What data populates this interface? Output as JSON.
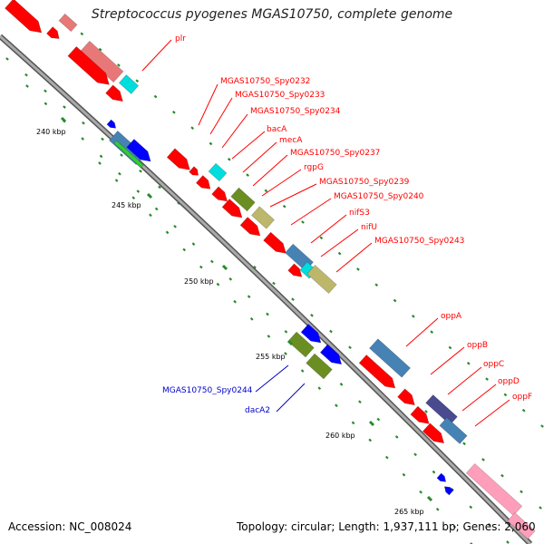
{
  "title": "Streptococcus pyogenes MGAS10750, complete genome",
  "accession_label": "Accession: NC_008024",
  "topology_label": "Topology: circular; Length: 1,937,111 bp; Genes: 2,060",
  "ticks": [
    {
      "label": "240 kbp"
    },
    {
      "label": "245 kbp"
    },
    {
      "label": "250 kbp"
    },
    {
      "label": "255 kbp"
    },
    {
      "label": "260 kbp"
    },
    {
      "label": "265 kbp"
    }
  ],
  "gene_labels": [
    {
      "text": "plr",
      "color": "#ff0000"
    },
    {
      "text": "MGAS10750_Spy0232",
      "color": "#ff0000"
    },
    {
      "text": "MGAS10750_Spy0233",
      "color": "#ff0000"
    },
    {
      "text": "MGAS10750_Spy0234",
      "color": "#ff0000"
    },
    {
      "text": "bacA",
      "color": "#ff0000"
    },
    {
      "text": "mecA",
      "color": "#ff0000"
    },
    {
      "text": "MGAS10750_Spy0237",
      "color": "#ff0000"
    },
    {
      "text": "rgpG",
      "color": "#ff0000"
    },
    {
      "text": "MGAS10750_Spy0239",
      "color": "#ff0000"
    },
    {
      "text": "MGAS10750_Spy0240",
      "color": "#ff0000"
    },
    {
      "text": "nifS3",
      "color": "#ff0000"
    },
    {
      "text": "nifU",
      "color": "#ff0000"
    },
    {
      "text": "MGAS10750_Spy0243",
      "color": "#ff0000"
    },
    {
      "text": "MGAS10750_Spy0244",
      "color": "#0000cc"
    },
    {
      "text": "dacA2",
      "color": "#0000cc"
    },
    {
      "text": "oppA",
      "color": "#ff0000"
    },
    {
      "text": "oppB",
      "color": "#ff0000"
    },
    {
      "text": "oppC",
      "color": "#ff0000"
    },
    {
      "text": "oppD",
      "color": "#ff0000"
    },
    {
      "text": "oppF",
      "color": "#ff0000"
    }
  ],
  "colors": {
    "backbone": "#8c8c8c",
    "red": "#ff0000",
    "blue": "#0000ff",
    "steel": "#4682b4",
    "olive": "#6b8e23",
    "khaki": "#bdb76b",
    "cyan": "#00dddd",
    "pink": "#ff9ebb",
    "salmon": "#e87878",
    "green": "#33cc33",
    "tick": "#2a8a2a"
  }
}
